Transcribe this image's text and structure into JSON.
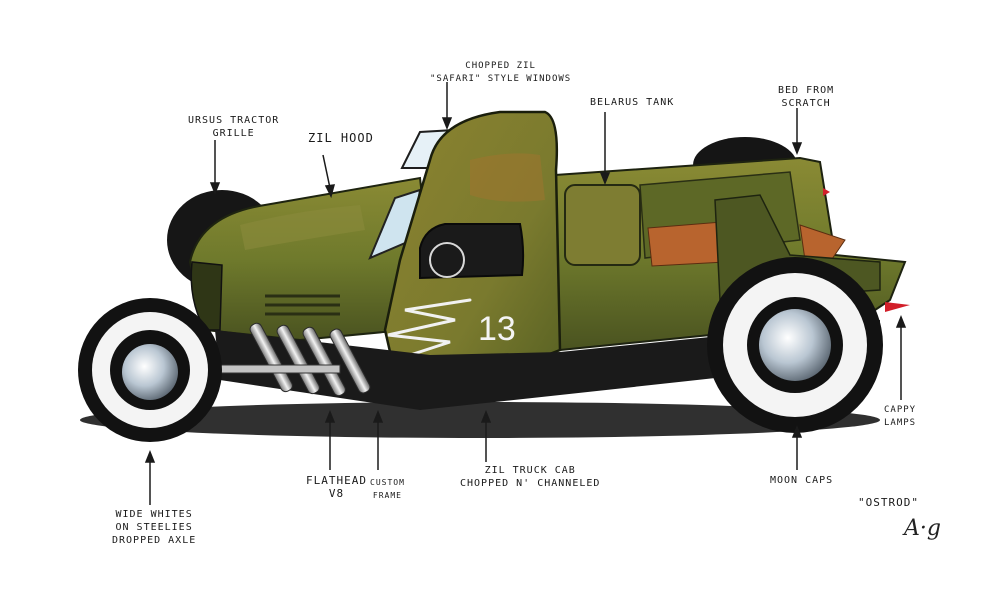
{
  "labels": {
    "window": [
      "CHOPPED ZIL",
      "\"SAFARI\" STYLE WINDOWS"
    ],
    "grille": [
      "URSUS TRACTOR",
      "GRILLE"
    ],
    "hood": "ZIL HOOD",
    "tank": "BELARUS TANK",
    "bed": [
      "BED FROM",
      "SCRATCH"
    ],
    "tires": [
      "WIDE WHITES",
      "ON STEELIES",
      "DROPPED AXLE"
    ],
    "engine": [
      "FLATHEAD",
      "V8"
    ],
    "frame": [
      "CUSTOM",
      "FRAME"
    ],
    "cab": [
      "ZIL TRUCK CAB",
      "CHOPPED N' CHANNELED"
    ],
    "hubcaps": "MOON CAPS",
    "lamps": [
      "CAPPY",
      "LAMPS"
    ]
  },
  "title": "\"OSTROD\"",
  "signature": "A·g",
  "door_number": "13",
  "colors": {
    "body_olive": "#6f7a2c",
    "body_dark": "#3f4a1e",
    "rust": "#b0602a",
    "tire_black": "#111111",
    "whitewall": "#f4f4f4",
    "chrome": "#c9d3dc",
    "taillight": "#d21f2a"
  }
}
